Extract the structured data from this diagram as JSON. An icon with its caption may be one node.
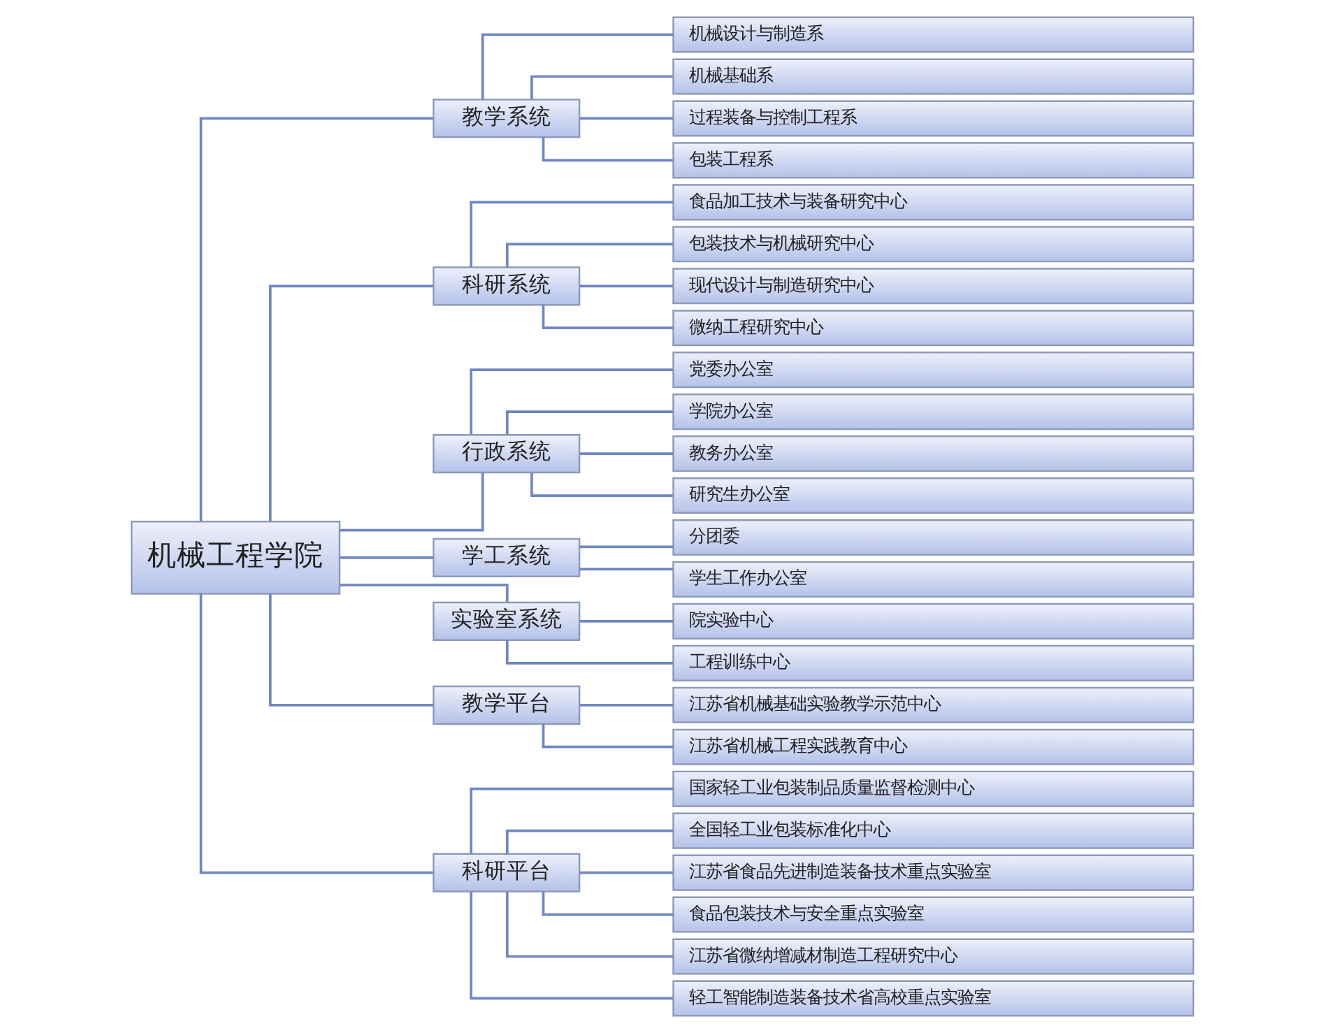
{
  "diagram": {
    "nodes": [
      {
        "text": [
          "机械工程学院"
        ]
      },
      {
        "text": [
          "教学系统"
        ]
      },
      {
        "text": [
          "机械设计与制造系"
        ]
      },
      {
        "text": [
          "机械基础系"
        ]
      },
      {
        "text": [
          "过程装备与控制工程系"
        ]
      },
      {
        "text": [
          "包装工程系"
        ]
      },
      {
        "text": [
          "科研系统"
        ]
      },
      {
        "text": [
          "食品加工技术与装备研究中心"
        ]
      },
      {
        "text": [
          "包装技术与机械研究中心"
        ]
      },
      {
        "text": [
          "现代设计与制造研究中心"
        ]
      },
      {
        "text": [
          "微纳工程研究中心"
        ]
      },
      {
        "text": [
          "行政系统"
        ]
      },
      {
        "text": [
          "党委办公室"
        ]
      },
      {
        "text": [
          "学院办公室"
        ]
      },
      {
        "text": [
          "教务办公室"
        ]
      },
      {
        "text": [
          "研究生办公室"
        ]
      },
      {
        "text": [
          "学工系统"
        ]
      },
      {
        "text": [
          "分团委"
        ]
      },
      {
        "text": [
          "学生工作办公室"
        ]
      },
      {
        "text": [
          "实验室系统"
        ]
      },
      {
        "text": [
          "院实验中心"
        ]
      },
      {
        "text": [
          "工程训练中心"
        ]
      },
      {
        "text": [
          "教学平台"
        ]
      },
      {
        "text": [
          "江苏省机械基础实验教学示范中心"
        ]
      },
      {
        "text": [
          "江苏省机械工程实践教育中心"
        ]
      },
      {
        "text": [
          "科研平台"
        ]
      },
      {
        "text": [
          "国家轻工业包装制品质量监督检测中心"
        ]
      },
      {
        "text": [
          "全国轻工业包装标准化中心"
        ]
      },
      {
        "text": [
          "江苏省食品先进制造装备技术重点实验室"
        ]
      },
      {
        "text": [
          "食品包装技术与安全重点实验室"
        ]
      },
      {
        "text": [
          "江苏省微纳增减材制造工程研究中心"
        ]
      },
      {
        "text": [
          "轻工智能制造装备技术省高校重点实验室"
        ]
      }
    ],
    "edges": [
      {
        "from": 0,
        "to": 1,
        "arrow": "none"
      },
      {
        "from": 0,
        "to": 6,
        "arrow": "none"
      },
      {
        "from": 0,
        "to": 11,
        "arrow": "none"
      },
      {
        "from": 0,
        "to": 16,
        "arrow": "none"
      },
      {
        "from": 0,
        "to": 19,
        "arrow": "none"
      },
      {
        "from": 0,
        "to": 22,
        "arrow": "none"
      },
      {
        "from": 0,
        "to": 25,
        "arrow": "none"
      },
      {
        "from": 1,
        "to": 2,
        "arrow": "none"
      },
      {
        "from": 1,
        "to": 3,
        "arrow": "none"
      },
      {
        "from": 1,
        "to": 4,
        "arrow": "none"
      },
      {
        "from": 1,
        "to": 5,
        "arrow": "none"
      },
      {
        "from": 6,
        "to": 7,
        "arrow": "none"
      },
      {
        "from": 6,
        "to": 8,
        "arrow": "none"
      },
      {
        "from": 6,
        "to": 9,
        "arrow": "none"
      },
      {
        "from": 6,
        "to": 10,
        "arrow": "none"
      },
      {
        "from": 11,
        "to": 12,
        "arrow": "none"
      },
      {
        "from": 11,
        "to": 13,
        "arrow": "none"
      },
      {
        "from": 11,
        "to": 14,
        "arrow": "none"
      },
      {
        "from": 11,
        "to": 15,
        "arrow": "none"
      },
      {
        "from": 16,
        "to": 17,
        "arrow": "none"
      },
      {
        "from": 16,
        "to": 18,
        "arrow": "none"
      },
      {
        "from": 19,
        "to": 20,
        "arrow": "none"
      },
      {
        "from": 19,
        "to": 21,
        "arrow": "none"
      },
      {
        "from": 22,
        "to": 23,
        "arrow": "none"
      },
      {
        "from": 22,
        "to": 24,
        "arrow": "none"
      },
      {
        "from": 25,
        "to": 26,
        "arrow": "none"
      },
      {
        "from": 25,
        "to": 27,
        "arrow": "none"
      },
      {
        "from": 25,
        "to": 28,
        "arrow": "none"
      },
      {
        "from": 25,
        "to": 29,
        "arrow": "none"
      },
      {
        "from": 25,
        "to": 30,
        "arrow": "none"
      },
      {
        "from": 25,
        "to": 31,
        "arrow": "none"
      }
    ]
  }
}
